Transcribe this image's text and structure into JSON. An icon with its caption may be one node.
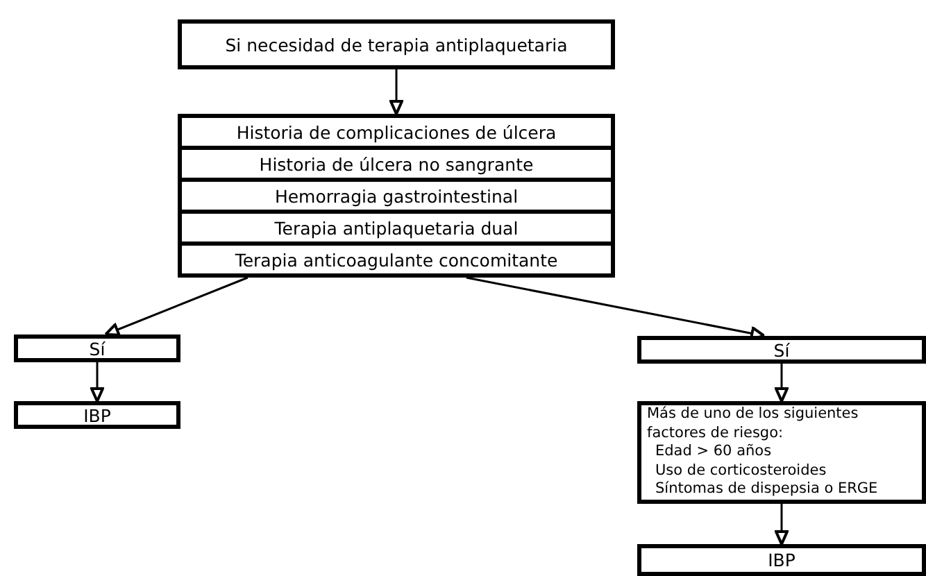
{
  "diagram": {
    "nodes": [
      {
        "text": [
          "Si necesidad de terapia antiplaquetaria"
        ]
      },
      {
        "text": [],
        "shape": "box"
      },
      {
        "text": [
          "Historia de complicaciones de úlcera"
        ],
        "in": 1
      },
      {
        "text": [
          "Historia de úlcera no sangrante"
        ],
        "in": 1
      },
      {
        "text": [
          "Hemorragia gastrointestinal"
        ],
        "in": 1
      },
      {
        "text": [
          "Terapia antiplaquetaria dual"
        ],
        "in": 1
      },
      {
        "text": [
          "Terapia anticoagulante concomitante"
        ],
        "in": 1
      },
      {
        "text": [
          "Sí"
        ]
      },
      {
        "text": [
          "IBP"
        ]
      },
      {
        "text": [
          "Sí"
        ]
      },
      {
        "text": [
          "Más de uno de los siguientes factores de riesgo:",
          "Edad > 60 años",
          "Uso de corticosteroides",
          "Síntomas de dispepsia o ERGE"
        ]
      },
      {
        "text": [
          "IBP"
        ]
      }
    ],
    "edges": [
      {
        "from": 0,
        "to": 1,
        "arrow": "to"
      },
      {
        "from": 1,
        "to": 7,
        "arrow": "to"
      },
      {
        "from": 1,
        "to": 9,
        "arrow": "to"
      },
      {
        "from": 7,
        "to": 8,
        "arrow": "to"
      },
      {
        "from": 9,
        "to": 10,
        "arrow": "to"
      },
      {
        "from": 10,
        "to": 11,
        "arrow": "to"
      }
    ]
  }
}
